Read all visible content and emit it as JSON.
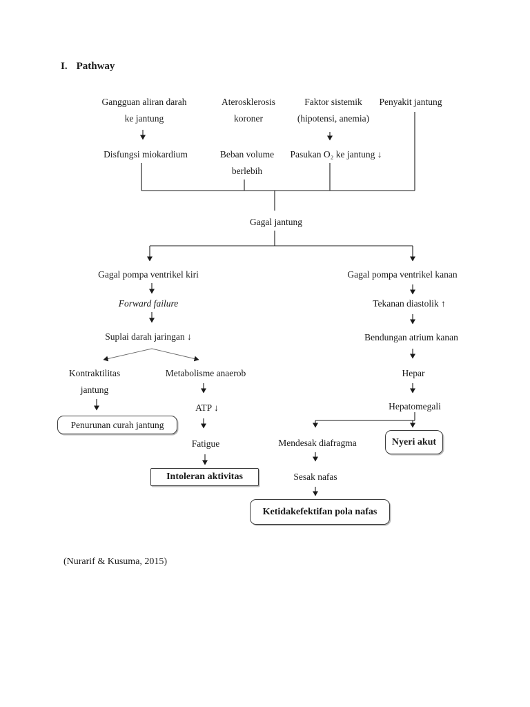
{
  "header": {
    "numeral": "I.",
    "title": "Pathway"
  },
  "nodes": {
    "gangguan_l1": "Gangguan aliran darah",
    "gangguan_l2": "ke jantung",
    "aterosklerosis_l1": "Aterosklerosis",
    "aterosklerosis_l2": "koroner",
    "faktor_l1": "Faktor sistemik",
    "faktor_l2": "(hipotensi, anemia)",
    "penyakit": "Penyakit jantung",
    "disfungsi": "Disfungsi miokardium",
    "beban_l1": "Beban volume",
    "beban_l2": "berlebih",
    "pasukan": "Pasukan O₂ ke jantung ↓",
    "gagal_jantung": "Gagal jantung",
    "ventrikel_kiri": "Gagal pompa ventrikel kiri",
    "ventrikel_kanan": "Gagal pompa ventrikel kanan",
    "forward_failure": "Forward failure",
    "suplai": "Suplai darah jaringan ↓",
    "kontraktilitas_l1": "Kontraktilitas",
    "kontraktilitas_l2": "jantung",
    "metabolisme": "Metabolisme anaerob",
    "atp": "ATP ↓",
    "fatigue": "Fatigue",
    "tekanan": "Tekanan diastolik ↑",
    "bendungan": "Bendungan atrium kanan",
    "hepar": "Hepar",
    "hepatomegali": "Hepatomegali",
    "mendesak": "Mendesak diafragma",
    "sesak": "Sesak nafas"
  },
  "diagnosis_boxes": {
    "penurunan": "Penurunan curah jantung",
    "intoleran": "Intoleran aktivitas",
    "nyeri": "Nyeri akut",
    "ketidakefektifan": "Ketidakefektifan pola nafas"
  },
  "citation": "(Nurarif & Kusuma, 2015)",
  "colors": {
    "ink": "#1a1a1a",
    "page_bg": "#ffffff"
  }
}
